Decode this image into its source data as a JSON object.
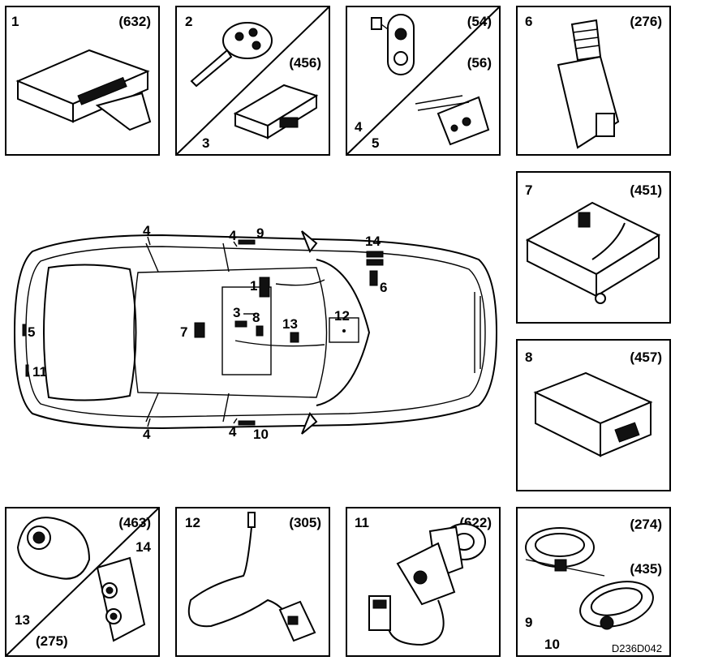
{
  "panels": [
    {
      "id": "p1",
      "num": "1",
      "code": "(632)"
    },
    {
      "id": "p23",
      "num_top": "2",
      "num_bottom": "3",
      "code": "(456)"
    },
    {
      "id": "p45",
      "num_bottom_a": "4",
      "num_bottom_b": "5",
      "code_a": "(54)",
      "code_b": "(56)"
    },
    {
      "id": "p6",
      "num": "6",
      "code": "(276)"
    },
    {
      "id": "p7",
      "num": "7",
      "code": "(451)"
    },
    {
      "id": "p8",
      "num": "8",
      "code": "(457)"
    },
    {
      "id": "p1314",
      "num_a": "13",
      "num_b": "14",
      "code_a": "(463)",
      "code_b": "(275)"
    },
    {
      "id": "p12",
      "num": "12",
      "code": "(305)"
    },
    {
      "id": "p11",
      "num": "11",
      "code": "(622)"
    },
    {
      "id": "p910",
      "num_a": "9",
      "num_b": "10",
      "code_a": "(274)",
      "code_b": "(435)",
      "ref": "D236D042"
    }
  ],
  "car_callouts": {
    "c4_fl": "4",
    "c4_fm": "4",
    "c9": "9",
    "c14": "14",
    "c1": "1",
    "c6": "6",
    "c7": "7",
    "c3": "3",
    "c8": "8",
    "c13": "13",
    "c12": "12",
    "c5": "5",
    "c11": "11",
    "c4_rl": "4",
    "c4_rm": "4",
    "c10": "10"
  }
}
